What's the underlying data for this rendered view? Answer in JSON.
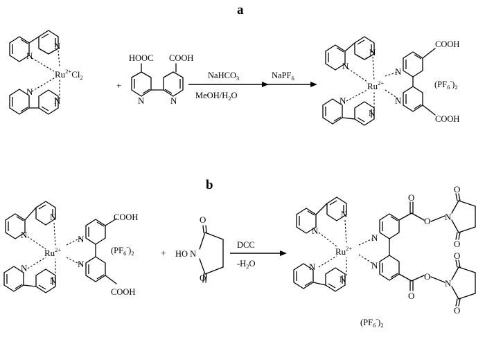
{
  "panels": {
    "a": "a",
    "b": "b"
  },
  "scheme_a": {
    "reactant_metal": "Ru",
    "reactant_charge": "2+",
    "reactant_counterion": "Cl",
    "reactant_counterion_sub": "2",
    "plus": "+",
    "acid_left": "HOOC",
    "acid_right": "COOH",
    "reagent1_top": "NaHCO",
    "reagent1_top_sub": "3",
    "reagent1_bottom": "MeOH/H",
    "reagent1_bottom_sub": "2",
    "reagent1_bottom_end": "O",
    "reagent2_top": "NaPF",
    "reagent2_top_sub": "6",
    "product_metal": "Ru",
    "product_charge": "2+",
    "product_cooh_top": "COOH",
    "product_cooh_bottom": "COOH",
    "counterion": "(PF",
    "counterion_sub": "6",
    "counterion_sup": "-",
    "counterion_close": ")",
    "counterion_sub2": "2"
  },
  "scheme_b": {
    "reactant_metal": "Ru",
    "reactant_charge": "2+",
    "cooh_top": "COOH",
    "cooh_bottom": "COOH",
    "counterion": "(PF",
    "counterion_sub": "6",
    "counterion_sup": "-",
    "counterion_close": ")",
    "counterion_sub2": "2",
    "plus": "+",
    "nhs_ho": "HO",
    "nhs_n": "N",
    "nhs_o": "O",
    "reagent_top": "DCC",
    "reagent_bottom": "-H",
    "reagent_bottom_sub": "2",
    "reagent_bottom_end": "O",
    "product_metal": "Ru",
    "product_charge": "2+",
    "product_counterion": "(PF",
    "product_counterion_sub": "6",
    "product_counterion_sup": "-",
    "product_counterion_close": ")",
    "product_counterion_sub2": "2"
  },
  "atoms": {
    "N": "N",
    "O": "O"
  }
}
